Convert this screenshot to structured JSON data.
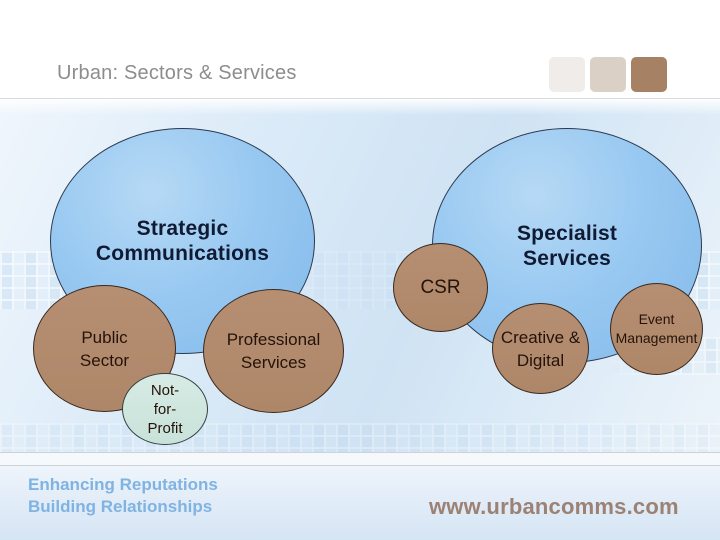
{
  "header": {
    "title": "Urban: Sectors & Services",
    "palette": {
      "square1": "#efecea",
      "square2": "#dbd0c6",
      "square3": "#a68164"
    }
  },
  "diagram": {
    "strategic_communications": {
      "line1": "Strategic",
      "line2": "Communications"
    },
    "public_sector": {
      "line1": "Public",
      "line2": "Sector"
    },
    "professional_services": {
      "line1": "Professional",
      "line2": "Services"
    },
    "not_for_profit": {
      "line1": "Not-",
      "line2": "for-",
      "line3": "Profit"
    },
    "specialist_services": {
      "line1": "Specialist",
      "line2": "Services"
    },
    "csr": {
      "label": "CSR"
    },
    "creative_digital": {
      "line1": "Creative &",
      "line2": "Digital"
    },
    "event_management": {
      "line1": "Event",
      "line2": "Management"
    }
  },
  "footer": {
    "tagline_line1": "Enhancing Reputations",
    "tagline_line2": "Building Relationships",
    "website": "www.urbancomms.com"
  },
  "colors": {
    "bubble_blue": "#94c6ef",
    "bubble_brown": "#b28a6e",
    "bubble_teal": "#cfe7e0",
    "title_text": "#8d8d8d",
    "heading_text": "#101a33",
    "bubble_text": "#241309",
    "tagline_text": "#7fb3e2",
    "website_text": "#9b8274"
  }
}
